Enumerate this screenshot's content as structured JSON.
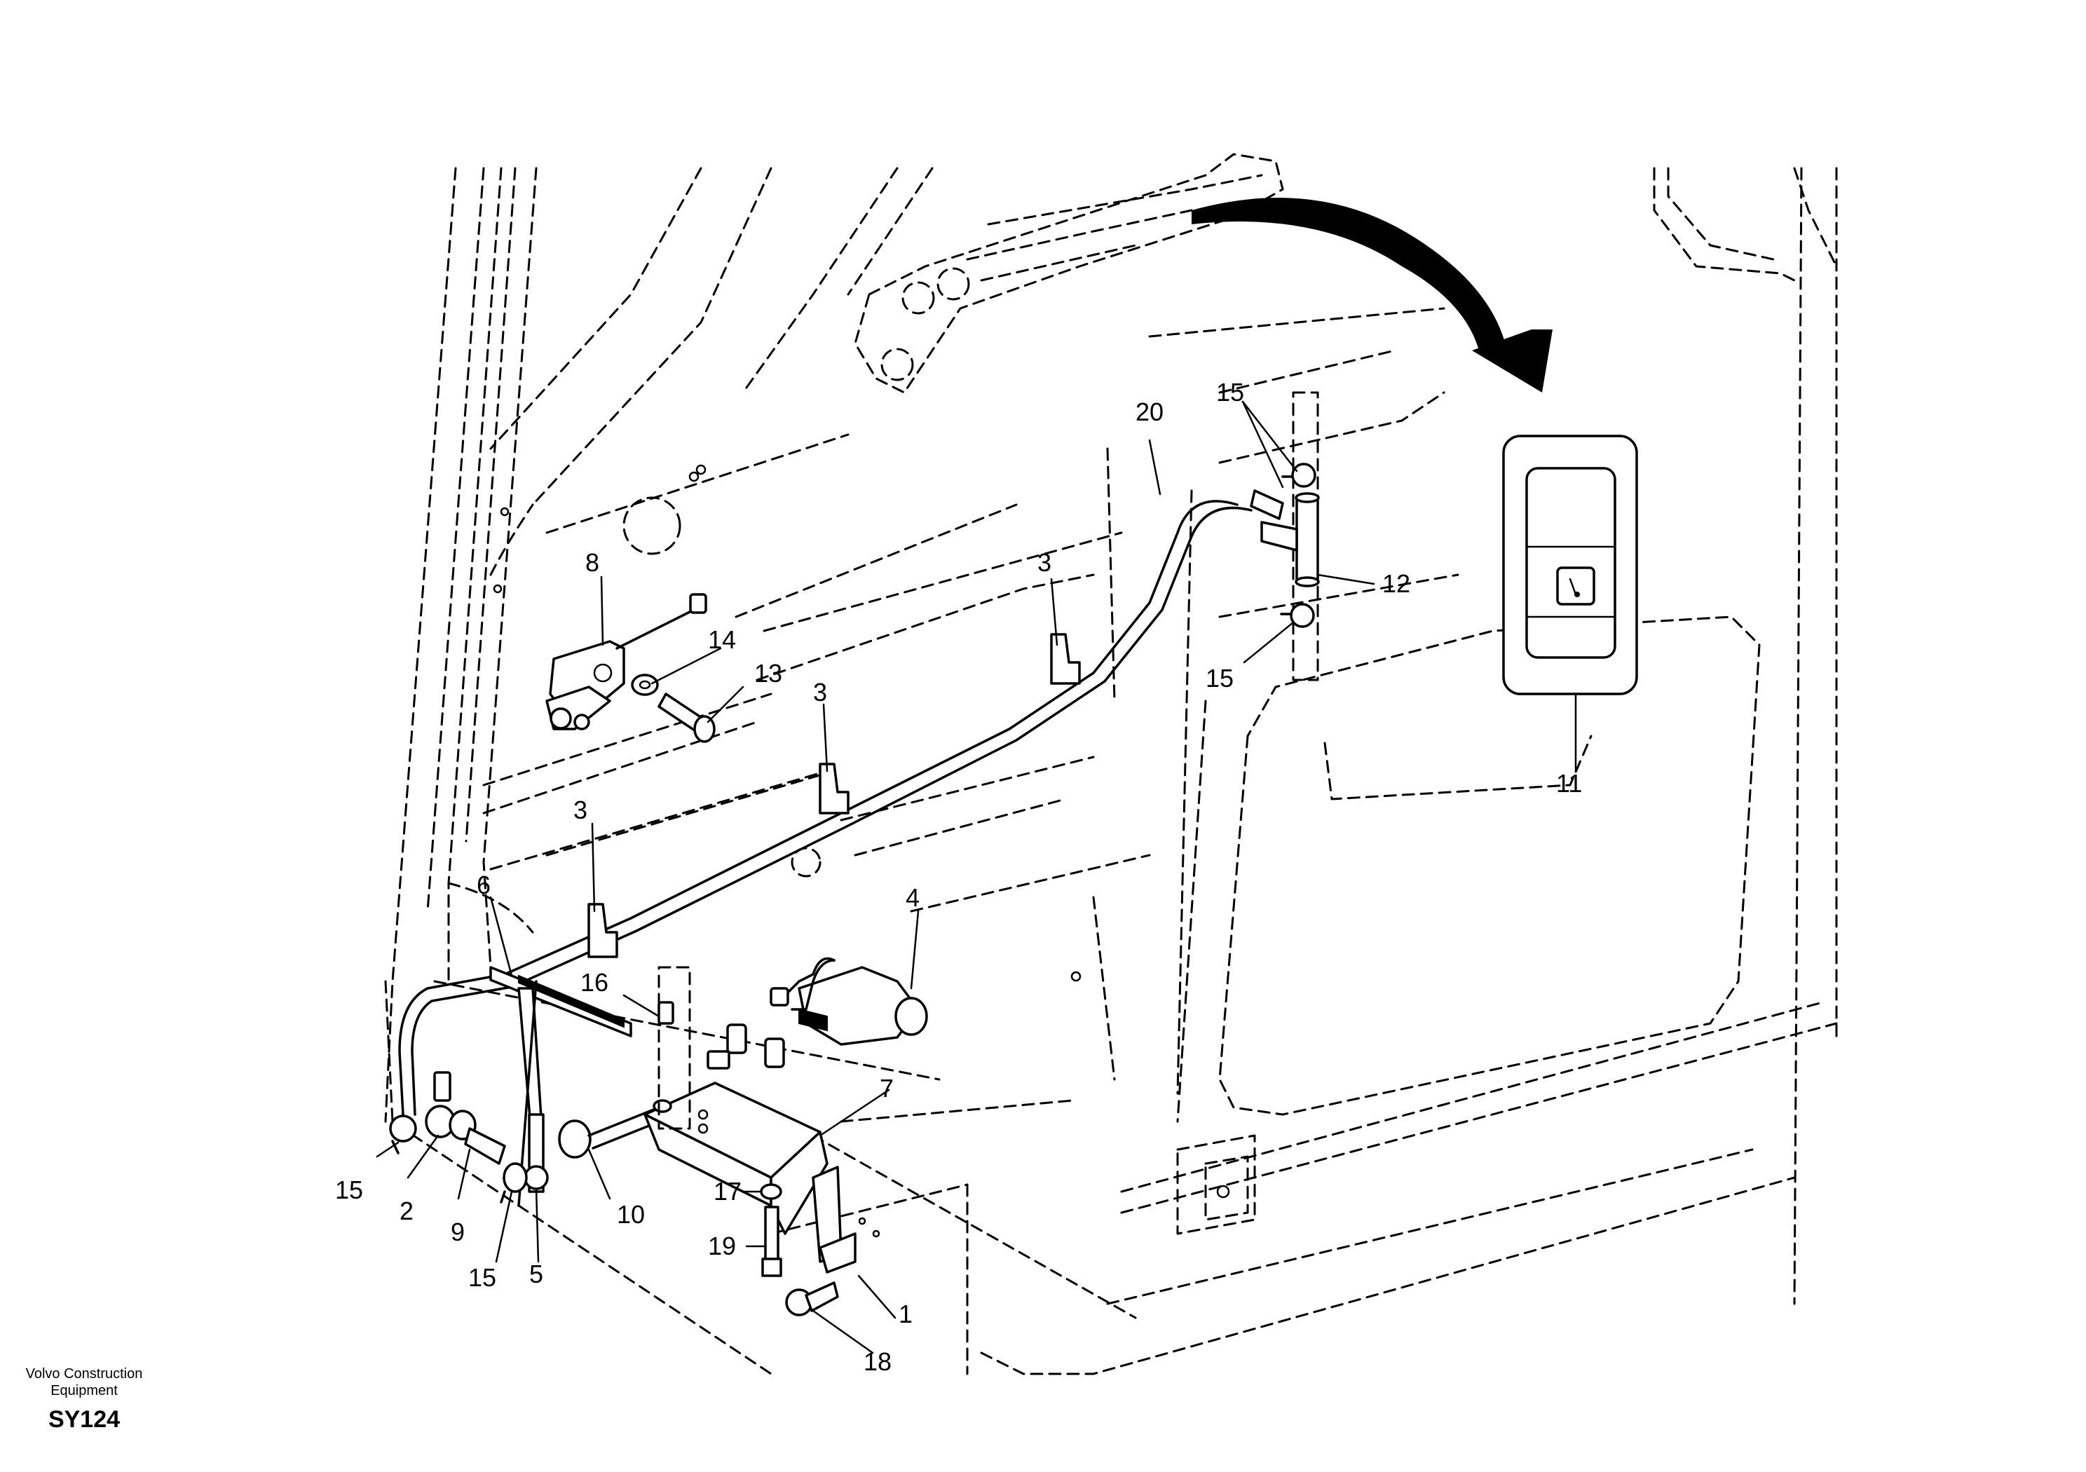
{
  "callouts": [
    {
      "id": "c1",
      "label": "1"
    },
    {
      "id": "c2",
      "label": "2"
    },
    {
      "id": "c3a",
      "label": "3"
    },
    {
      "id": "c3b",
      "label": "3"
    },
    {
      "id": "c3c",
      "label": "3"
    },
    {
      "id": "c4",
      "label": "4"
    },
    {
      "id": "c5",
      "label": "5"
    },
    {
      "id": "c6",
      "label": "6"
    },
    {
      "id": "c7",
      "label": "7"
    },
    {
      "id": "c8",
      "label": "8"
    },
    {
      "id": "c9",
      "label": "9"
    },
    {
      "id": "c10",
      "label": "10"
    },
    {
      "id": "c11",
      "label": "11"
    },
    {
      "id": "c12",
      "label": "12"
    },
    {
      "id": "c13",
      "label": "13"
    },
    {
      "id": "c14",
      "label": "14"
    },
    {
      "id": "c15a",
      "label": "15"
    },
    {
      "id": "c15b",
      "label": "15"
    },
    {
      "id": "c15c",
      "label": "15"
    },
    {
      "id": "c15d",
      "label": "15"
    },
    {
      "id": "c16",
      "label": "16"
    },
    {
      "id": "c17",
      "label": "17"
    },
    {
      "id": "c18",
      "label": "18"
    },
    {
      "id": "c19",
      "label": "19"
    },
    {
      "id": "c20",
      "label": "20"
    }
  ],
  "footer": {
    "company_line1": "Volvo Construction",
    "company_line2": "Equipment",
    "drawing_code": "SY124"
  }
}
